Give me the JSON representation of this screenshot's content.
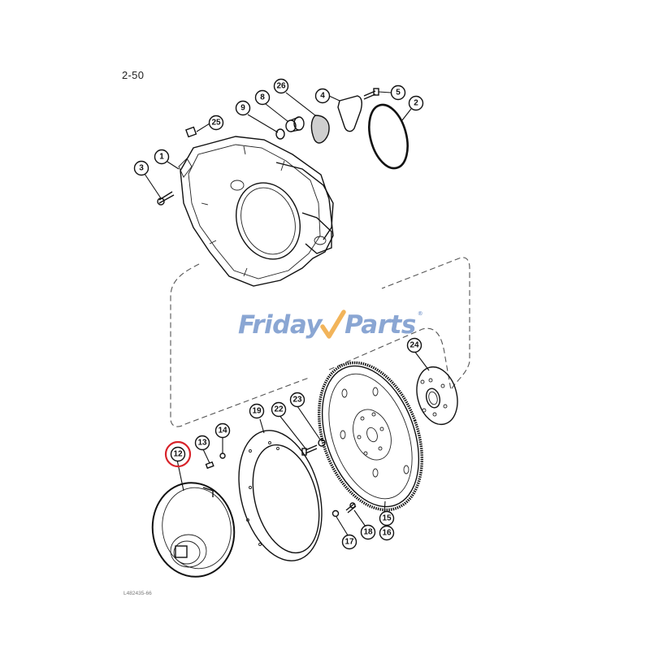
{
  "page": {
    "page_number": "2-50",
    "figure_id": "L482435-66"
  },
  "watermark": {
    "text_left": "Friday",
    "text_right": "Parts",
    "registered_mark": "®",
    "colors": {
      "text": "#8aa6d3",
      "check": "#f2b45a"
    }
  },
  "highlight": {
    "callout": "12",
    "color": "#d8232a"
  },
  "parts": [
    {
      "callout": "1",
      "name": "flywheel-housing"
    },
    {
      "callout": "2",
      "name": "o-ring-large"
    },
    {
      "callout": "3",
      "name": "housing-bolt"
    },
    {
      "callout": "4",
      "name": "cover-plate"
    },
    {
      "callout": "5",
      "name": "cover-bolt"
    },
    {
      "callout": "8",
      "name": "plug"
    },
    {
      "callout": "9",
      "name": "o-ring-small"
    },
    {
      "callout": "12",
      "name": "torque-converter"
    },
    {
      "callout": "13",
      "name": "converter-bolt"
    },
    {
      "callout": "14",
      "name": "washer"
    },
    {
      "callout": "15",
      "name": "flywheel"
    },
    {
      "callout": "16",
      "name": "ring-gear"
    },
    {
      "callout": "17",
      "name": "flywheel-washer"
    },
    {
      "callout": "18",
      "name": "flywheel-bolt"
    },
    {
      "callout": "19",
      "name": "flex-plate"
    },
    {
      "callout": "22",
      "name": "flex-plate-bolt"
    },
    {
      "callout": "23",
      "name": "flex-plate-washer"
    },
    {
      "callout": "24",
      "name": "adapter-hub"
    },
    {
      "callout": "25",
      "name": "fitting"
    },
    {
      "callout": "26",
      "name": "screen-filter"
    }
  ]
}
